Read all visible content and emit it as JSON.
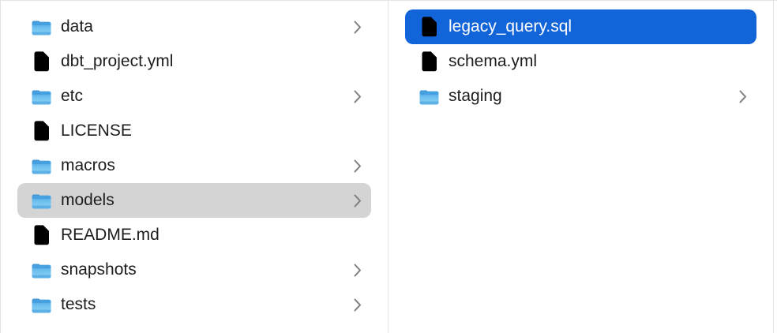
{
  "window": {
    "kind": "finder-column-view",
    "background": "#ffffff",
    "border_color": "#e3e3e3",
    "divider_color": "#e3e3e3"
  },
  "colors": {
    "selection_blue": "#1264d9",
    "selection_gray": "#d4d4d4",
    "text": "#1d1d1f",
    "text_on_selection": "#ffffff",
    "chevron_gray": "#7f7f7f",
    "folder_blue_light": "#85ccf5",
    "folder_blue_dark": "#45a0dd",
    "file_border_gray": "#c9c9c9"
  },
  "columns": {
    "left": {
      "items": [
        {
          "label": "data",
          "type": "folder",
          "chevron": true,
          "selected": "none"
        },
        {
          "label": "dbt_project.yml",
          "type": "file",
          "chevron": false,
          "selected": "none"
        },
        {
          "label": "etc",
          "type": "folder",
          "chevron": true,
          "selected": "none"
        },
        {
          "label": "LICENSE",
          "type": "file",
          "chevron": false,
          "selected": "none"
        },
        {
          "label": "macros",
          "type": "folder",
          "chevron": true,
          "selected": "none"
        },
        {
          "label": "models",
          "type": "folder",
          "chevron": true,
          "selected": "gray"
        },
        {
          "label": "README.md",
          "type": "file",
          "chevron": false,
          "selected": "none"
        },
        {
          "label": "snapshots",
          "type": "folder",
          "chevron": true,
          "selected": "none"
        },
        {
          "label": "tests",
          "type": "folder",
          "chevron": true,
          "selected": "none"
        }
      ]
    },
    "right": {
      "items": [
        {
          "label": "legacy_query.sql",
          "type": "file",
          "chevron": false,
          "selected": "blue"
        },
        {
          "label": "schema.yml",
          "type": "file",
          "chevron": false,
          "selected": "none"
        },
        {
          "label": "staging",
          "type": "folder",
          "chevron": true,
          "selected": "none"
        }
      ]
    }
  }
}
